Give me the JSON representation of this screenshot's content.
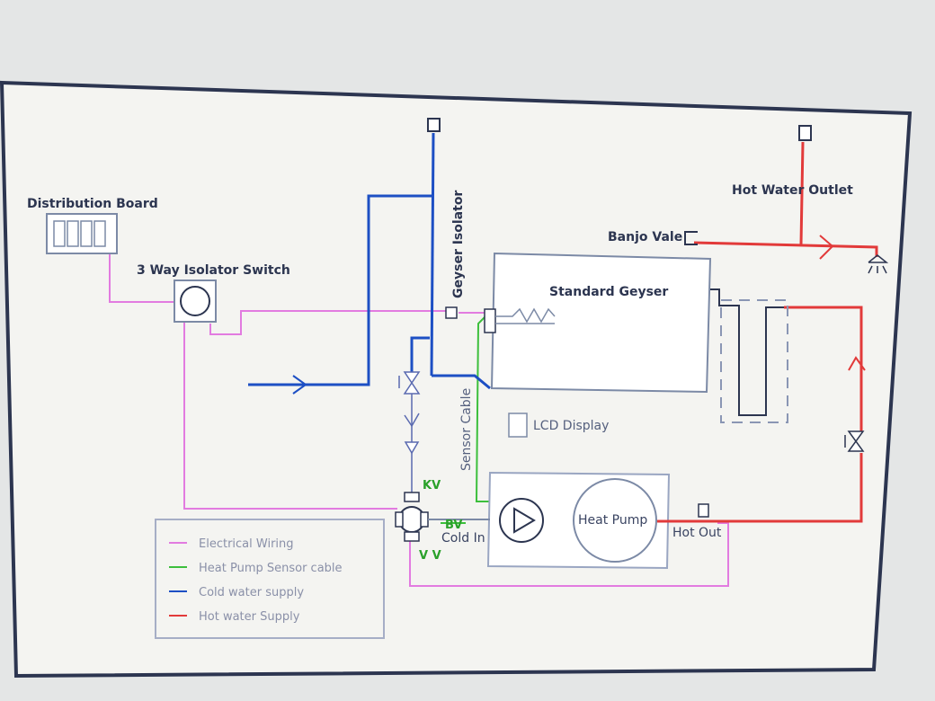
{
  "labels": {
    "distribution_board": "Distribution Board",
    "isolator_switch": "3 Way Isolator Switch",
    "geyser_isolator": "Geyser Isolator",
    "sensor_cable": "Sensor Cable",
    "standard_geyser": "Standard Geyser",
    "lcd_display": "LCD Display",
    "banjo_vale": "Banjo Vale",
    "hot_water_outlet": "Hot Water Outlet",
    "heat_pump": "Heat Pump",
    "hot_out": "Hot Out",
    "cold_in": "Cold In",
    "kv": "KV",
    "bv": "BV",
    "vv": "V V"
  },
  "legend": [
    {
      "label": "Electrical Wiring",
      "color": "#e27be0"
    },
    {
      "label": "Heat Pump Sensor cable",
      "color": "#3cbf3c"
    },
    {
      "label": "Cold water supply",
      "color": "#1d4fc4"
    },
    {
      "label": "Hot water Supply",
      "color": "#e23a3a"
    }
  ],
  "colors": {
    "electrical": "#e27be0",
    "sensor": "#3cbf3c",
    "cold": "#1d4fc4",
    "hot": "#e23a3a",
    "equipment": "#7c8aa6",
    "frame": "#2c3550"
  }
}
